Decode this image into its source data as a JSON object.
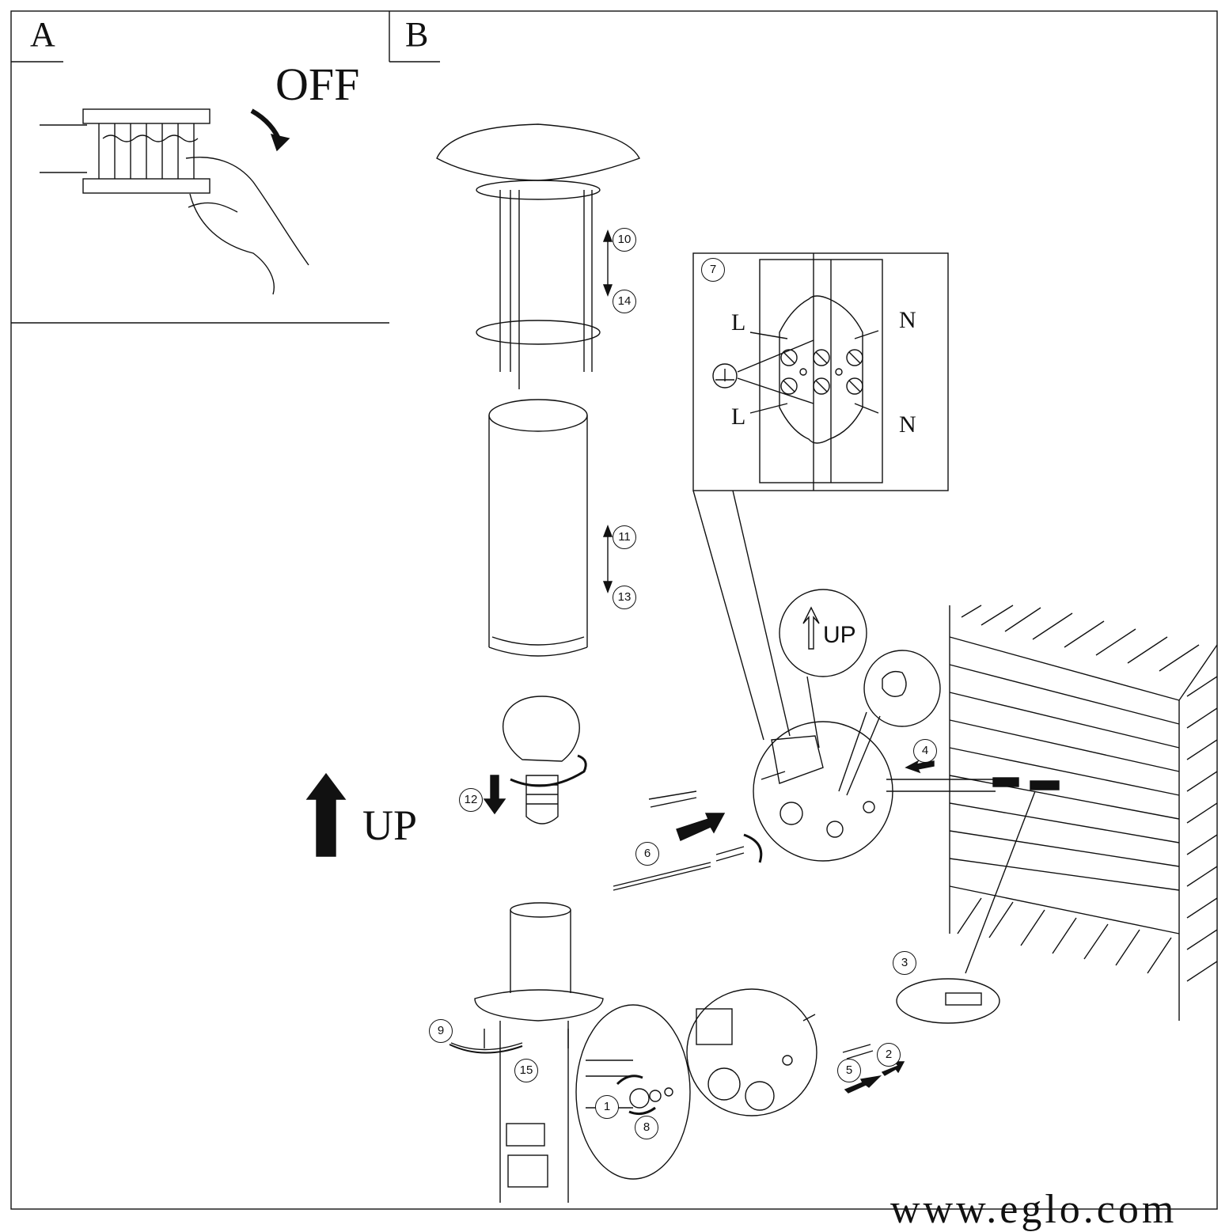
{
  "panels": {
    "a_label": "A",
    "b_label": "B"
  },
  "switch_label": "OFF",
  "direction_label": "UP",
  "box_direction_label": "UP",
  "wiring": {
    "live_top": "L",
    "live_bottom": "L",
    "neutral_top": "N",
    "neutral_bottom": "N"
  },
  "steps": [
    "1",
    "2",
    "3",
    "4",
    "5",
    "6",
    "7",
    "8",
    "9",
    "10",
    "11",
    "12",
    "13",
    "14",
    "15"
  ],
  "website": "www.eglo.com",
  "colors": {
    "line": "#111111",
    "background": "#ffffff"
  }
}
